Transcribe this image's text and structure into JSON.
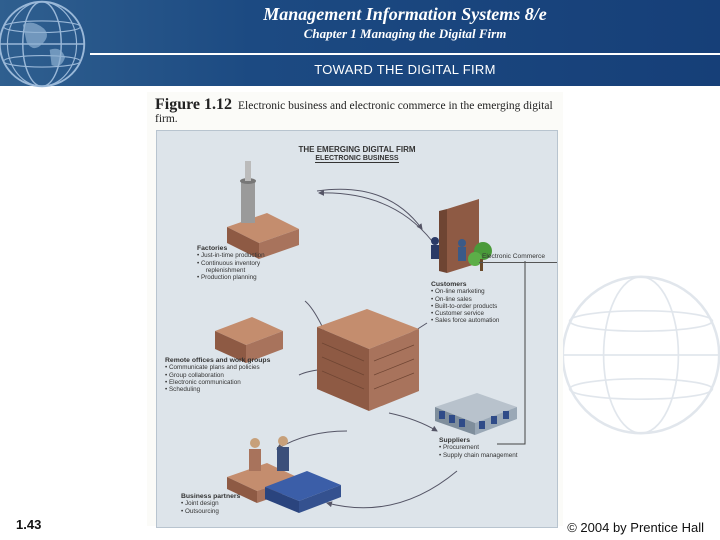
{
  "header": {
    "title": "Management Information Systems 8/e",
    "subtitle": "Chapter 1 Managing the Digital Firm",
    "section": "TOWARD THE DIGITAL FIRM"
  },
  "figure": {
    "label": "Figure 1.12",
    "caption": "Electronic business and electronic commerce in the emerging digital firm.",
    "heading": "THE EMERGING DIGITAL FIRM",
    "subheading": "ELECTRONIC BUSINESS",
    "ec_label": "Electronic Commerce",
    "blocks": [
      {
        "title": "Factories",
        "items": [
          "Just-in-time production",
          "Continuous inventory",
          "  replenishment",
          "Production planning"
        ]
      },
      {
        "title": "Customers",
        "items": [
          "On-line marketing",
          "On-line sales",
          "Built-to-order products",
          "Customer service",
          "Sales force automation"
        ]
      },
      {
        "title": "Remote offices and work groups",
        "items": [
          "Communicate plans and policies",
          "Group collaboration",
          "Electronic communication",
          "Scheduling"
        ]
      },
      {
        "title": "Suppliers",
        "items": [
          "Procurement",
          "Supply chain management"
        ]
      },
      {
        "title": "Business partners",
        "items": [
          "Joint design",
          "Outsourcing"
        ]
      }
    ]
  },
  "footer": {
    "slide_number": "1.43",
    "copyright": "© 2004 by Prentice Hall"
  },
  "colors": {
    "header_blue": "#1c4a82",
    "panel": "#dde4ea",
    "building": "#a8735c"
  }
}
